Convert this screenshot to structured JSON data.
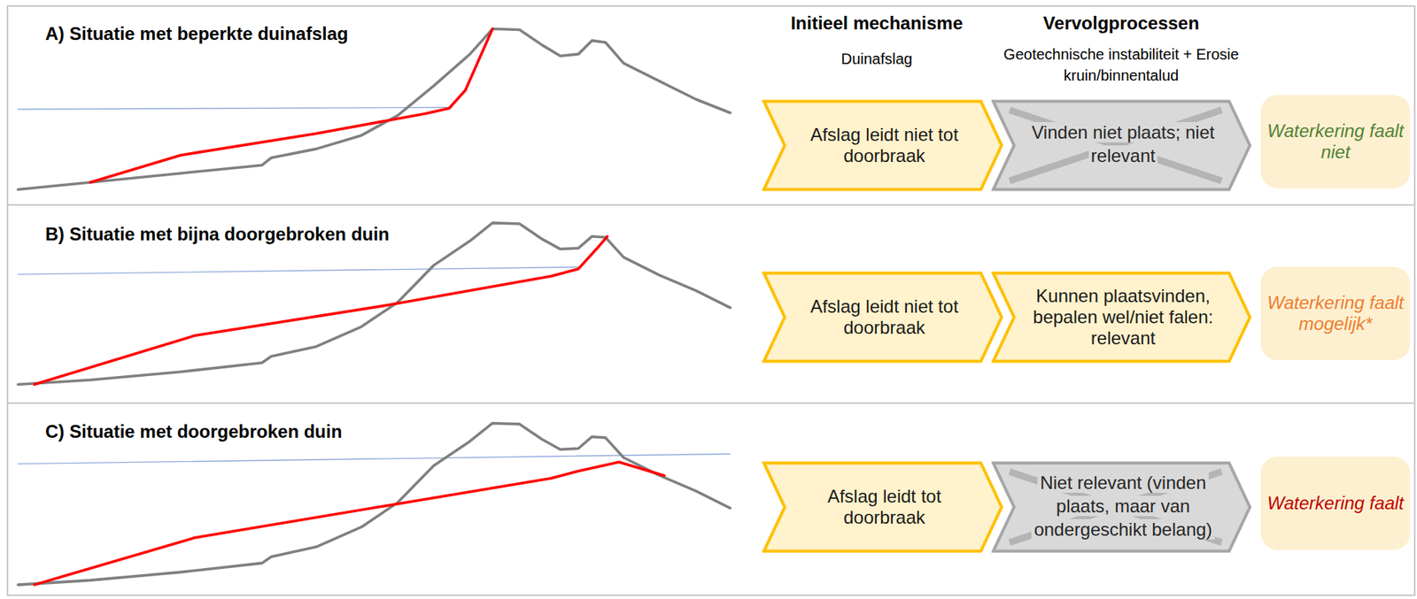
{
  "diagram": {
    "nodes": [
      {
        "text": [
          "Afslag leidt niet tot doorbraak"
        ]
      },
      {
        "text": [
          "Vinden niet plaats; niet relevant"
        ]
      },
      {
        "text": [
          "Waterkering faalt niet"
        ]
      },
      {
        "text": [
          "Afslag leidt niet tot doorbraak"
        ]
      },
      {
        "text": [
          "Kunnen plaatsvinden, bepalen wel/niet falen: relevant"
        ]
      },
      {
        "text": [
          "Waterkering faalt mogelijk*"
        ]
      },
      {
        "text": [
          "Afslag leidt tot doorbraak"
        ]
      },
      {
        "text": [
          "Niet relevant (vinden plaats, maar van ondergeschikt belang)"
        ]
      },
      {
        "text": [
          "Waterkering faalt"
        ]
      }
    ],
    "labels": [
      "A) Situatie met beperkte duinafslag",
      "Initieel mechanisme",
      "Duinafslag",
      "Vervolgprocessen",
      "Geotechnische instabiliteit + Erosie kruin/binnentalud",
      "B) Situatie met bijna doorgebroken duin",
      "C) Situatie met doorgebroken duin"
    ]
  }
}
